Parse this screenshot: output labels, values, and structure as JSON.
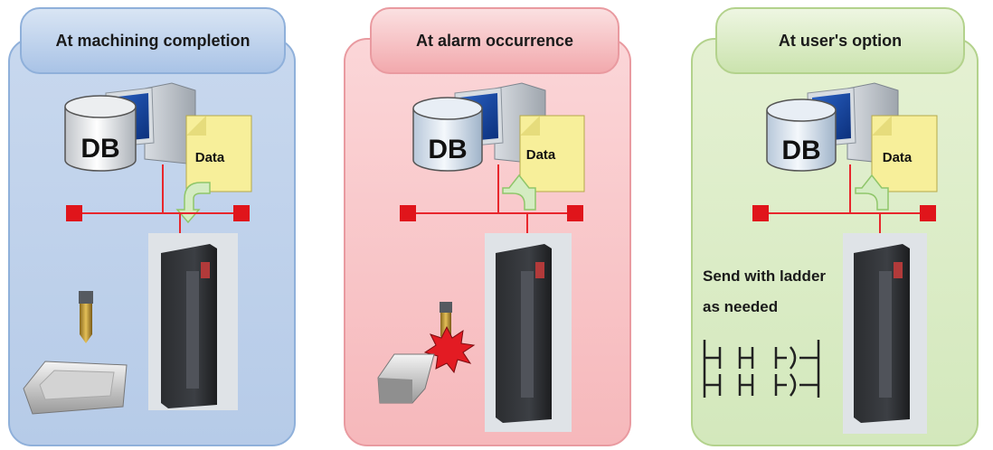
{
  "panels": [
    {
      "title": "At machining completion",
      "db_label": "DB",
      "data_label": "Data",
      "event": "workpiece-idle"
    },
    {
      "title": "At alarm occurrence",
      "db_label": "DB",
      "data_label": "Data",
      "event": "collision-alarm"
    },
    {
      "title": "At user's option",
      "db_label": "DB",
      "data_label": "Data",
      "event": "ladder",
      "note_line1": "Send with ladder",
      "note_line2": "as needed"
    }
  ],
  "colors": {
    "network": "#e8262c",
    "node": "#e0151b",
    "arrow": "#9fd07a"
  }
}
